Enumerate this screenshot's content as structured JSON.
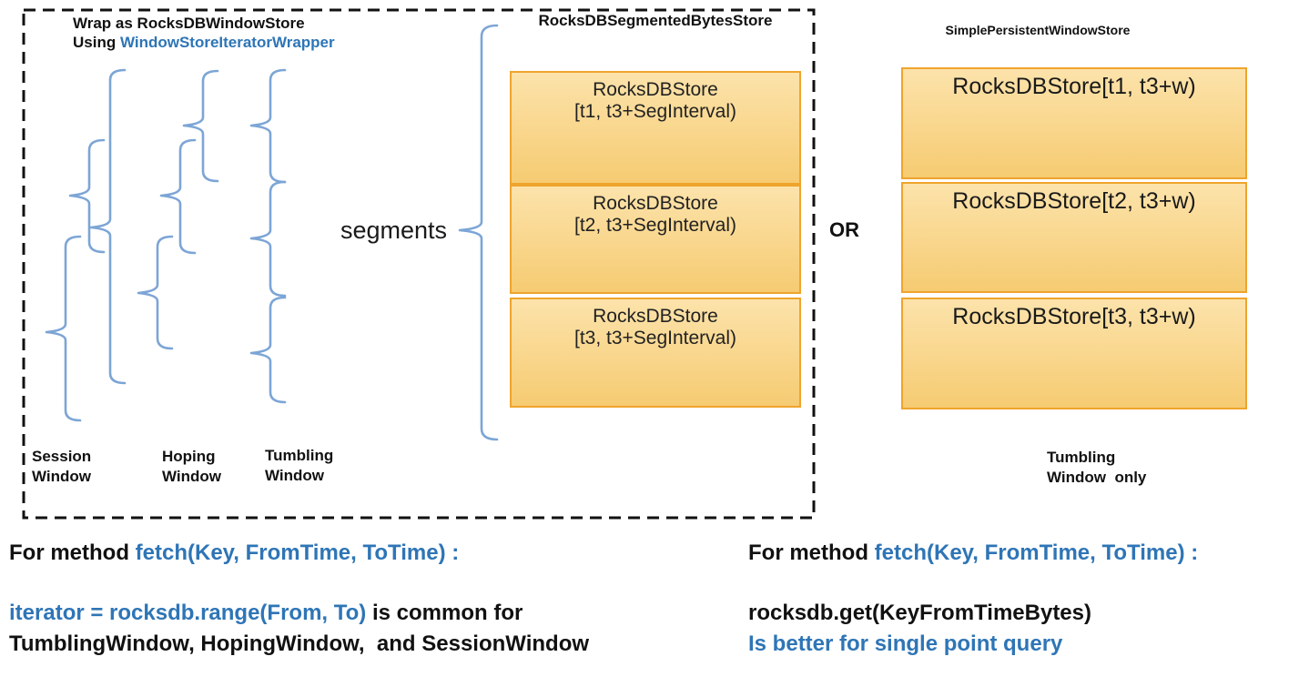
{
  "colors": {
    "accent_blue": "#2E75B6",
    "brace_blue": "#7CA5D6",
    "box_border": "#EFA42D",
    "box_fill_top": "#FCE3AB",
    "box_fill_bottom": "#F6CB72"
  },
  "diagram": {
    "wrapped_store": {
      "title_line1": "Wrap as RocksDBWindowStore",
      "title_line2_prefix": "Using ",
      "title_line2_highlight": "WindowStoreIteratorWrapper",
      "window_labels": [
        {
          "line1": "Session",
          "line2": "Window"
        },
        {
          "line1": "Hoping",
          "line2": "Window"
        },
        {
          "line1": "Tumbling",
          "line2": "Window"
        }
      ]
    },
    "segments_label": "segments",
    "segmented_store": {
      "title": "RocksDBSegmentedBytesStore",
      "segments": [
        {
          "line1": "RocksDBStore",
          "line2": "[t1, t3+SegInterval)"
        },
        {
          "line1": "RocksDBStore",
          "line2": "[t2, t3+SegInterval)"
        },
        {
          "line1": "RocksDBStore",
          "line2": "[t3, t3+SegInterval)"
        }
      ]
    },
    "or_label": "OR",
    "simple_store": {
      "title": "SimplePersistentWindowStore",
      "segments": [
        "RocksDBStore[t1, t3+w)",
        "RocksDBStore[t2, t3+w)",
        "RocksDBStore[t3, t3+w)"
      ],
      "footnote_line1": "Tumbling",
      "footnote_line2": "Window  only"
    }
  },
  "notes": {
    "left": {
      "method_prefix": "For method ",
      "method_call": "fetch(Key, FromTime, ToTime) :",
      "impl_highlight": "iterator = rocksdb.range(From, To)",
      "impl_suffix": " is common for",
      "impl_line2": "TumblingWindow, HopingWindow,  and SessionWindow"
    },
    "right": {
      "method_prefix": "For method ",
      "method_call": "fetch(Key, FromTime, ToTime) :",
      "impl_line1": "rocksdb.get(KeyFromTimeBytes)",
      "impl_line2": "Is better for single point query"
    }
  }
}
